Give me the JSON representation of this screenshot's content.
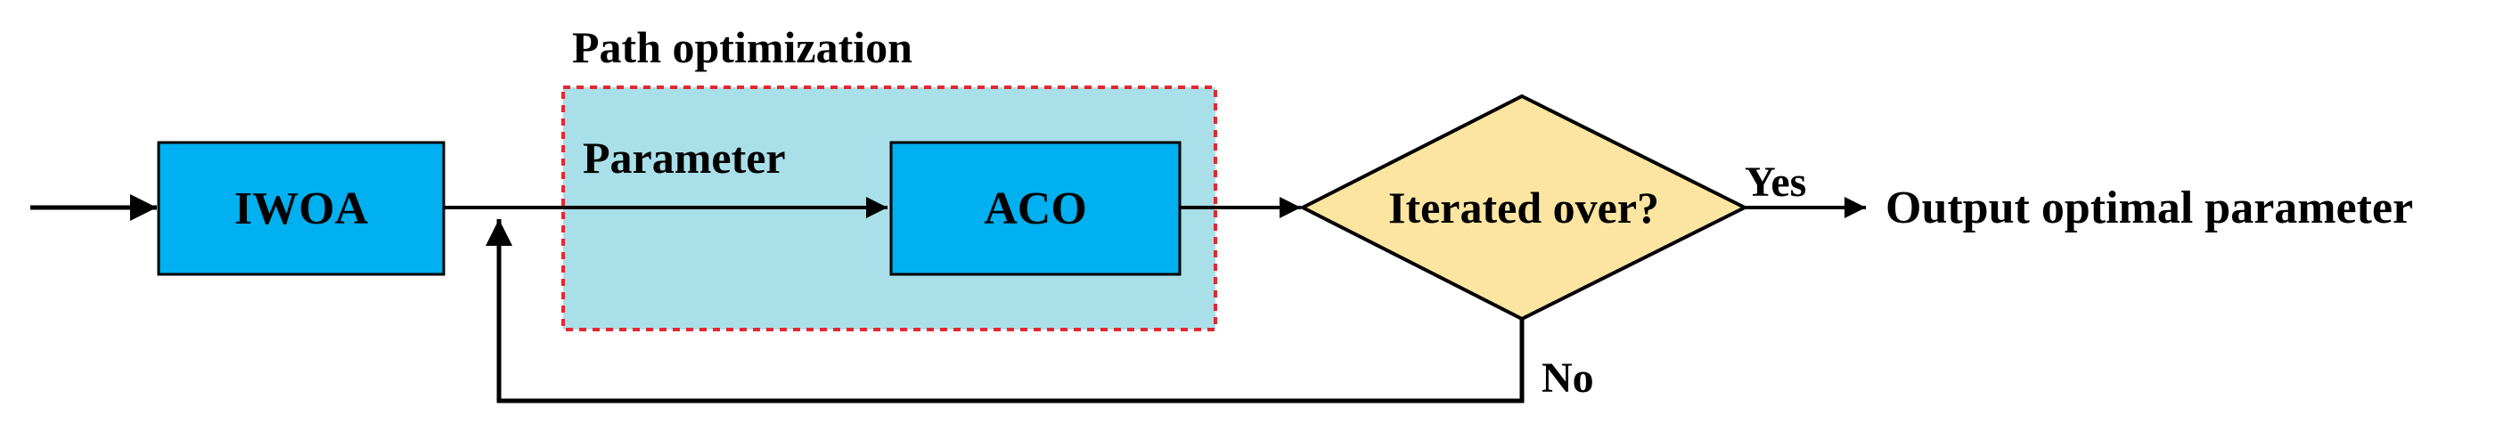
{
  "diagram": {
    "group_title": "Path optimization",
    "edge_label_parameter": "Parameter",
    "iwoa_label": "IWOA",
    "aco_label": "ACO",
    "decision_label": "Iterated over?",
    "yes_label": "Yes",
    "no_label": "No",
    "output_label": "Output optimal parameter"
  },
  "colors": {
    "process_box": "#00b0f0",
    "group_fill": "#a9dfe9",
    "group_border": "#e8262f",
    "decision_fill": "#fce5a0",
    "line": "#000000"
  }
}
